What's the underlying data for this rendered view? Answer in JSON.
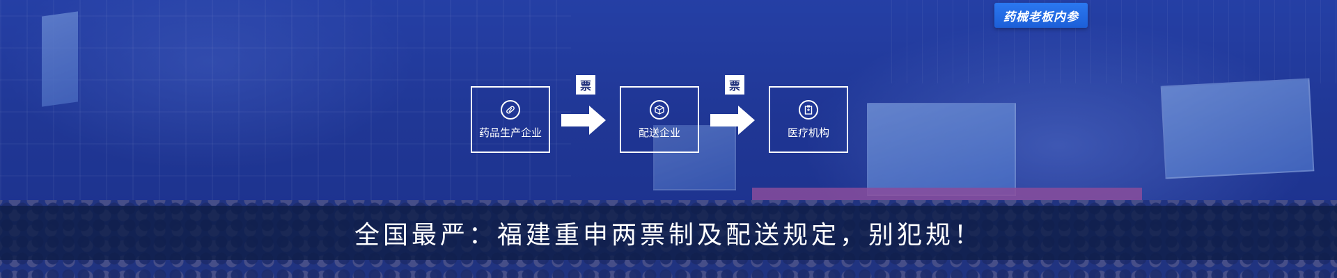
{
  "badge": {
    "text": "药械老板内参"
  },
  "flow": {
    "steps": [
      {
        "label": "药品生产企业",
        "icon": "pill-icon"
      },
      {
        "label": "配送企业",
        "icon": "box-icon"
      },
      {
        "label": "医疗机构",
        "icon": "clipboard-icon"
      }
    ],
    "arrow_label": "票"
  },
  "caption": {
    "text": "全国最严：福建重申两票制及配送规定，别犯规！"
  },
  "colors": {
    "overlay_blue": "#1c34a0",
    "badge_blue": "#1c5fd8",
    "caption_band": "#0e1e46",
    "text": "#ffffff"
  }
}
